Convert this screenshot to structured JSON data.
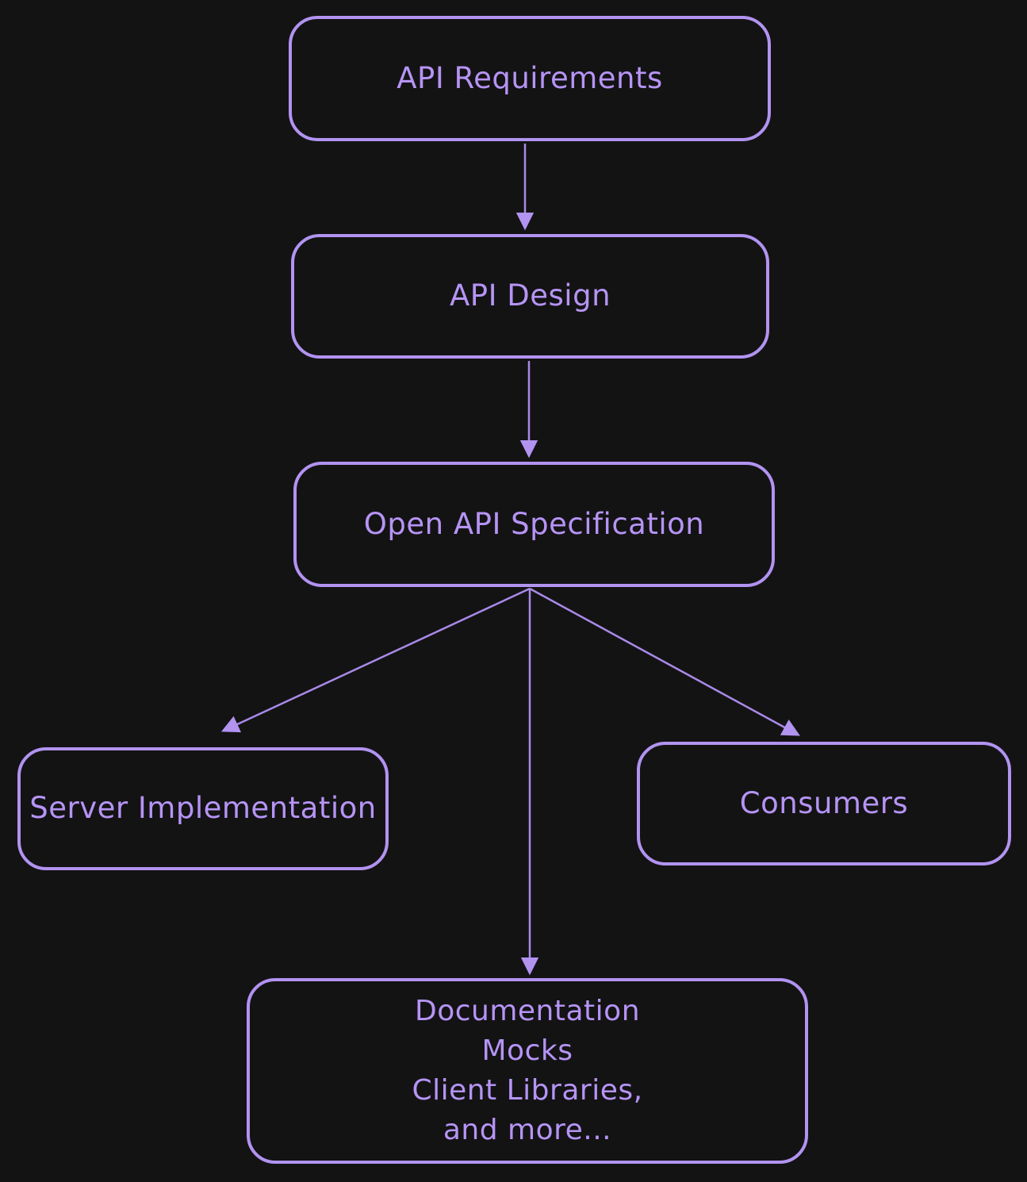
{
  "colors": {
    "background": "#131314",
    "box_stroke": "#b293f0",
    "text": "#b694f5",
    "connector": "#a98ae8"
  },
  "nodes": {
    "api_requirements": {
      "label": "API Requirements"
    },
    "api_design": {
      "label": "API Design"
    },
    "open_api_specification": {
      "label": "Open API Specification"
    },
    "server_implementation": {
      "label": "Server Implementation"
    },
    "consumers": {
      "label": "Consumers"
    },
    "outputs": {
      "lines": [
        "Documentation",
        "Mocks",
        "Client Libraries,",
        "and more..."
      ]
    }
  },
  "edges": [
    {
      "from": "API Requirements",
      "to": "API Design"
    },
    {
      "from": "API Design",
      "to": "Open API Specification"
    },
    {
      "from": "Open API Specification",
      "to": "Server Implementation"
    },
    {
      "from": "Open API Specification",
      "to": "Documentation Mocks Client Libraries, and more..."
    },
    {
      "from": "Open API Specification",
      "to": "Consumers"
    }
  ]
}
